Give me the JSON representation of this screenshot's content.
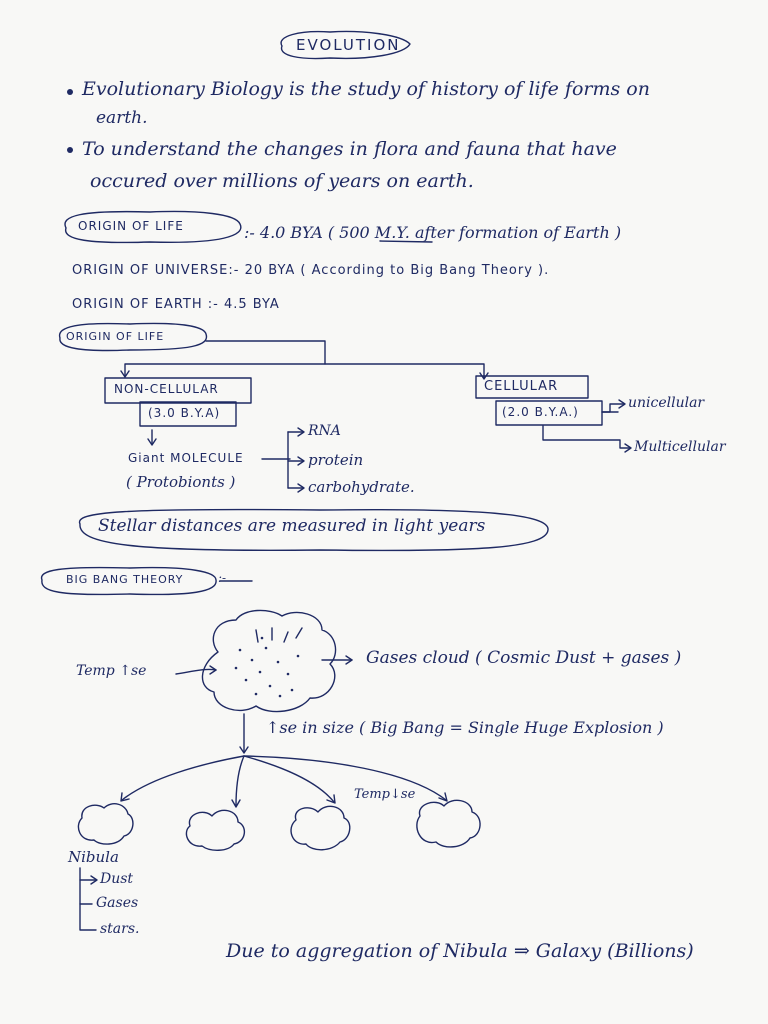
{
  "title": "EVOLUTION",
  "bullets": [
    {
      "line1": "Evolutionary Biology is the study of history of life forms on",
      "line2": "earth."
    },
    {
      "line1": "To understand the changes in flora and fauna that have",
      "line2": "occured over millions of years on earth."
    }
  ],
  "origin_life_box": "ORIGIN OF LIFE",
  "origin_life_value": ":- 4.0 BYA ( 500 M.Y. after formation of Earth )",
  "origin_universe": "ORIGIN OF UNIVERSE:-  20 BYA ( According to Big Bang Theory ).",
  "origin_earth": "ORIGIN OF EARTH :-   4.5 BYA",
  "tree": {
    "root": "ORIGIN OF LIFE",
    "non_cellular": "NON-CELLULAR",
    "non_cellular_time": "(3.0 B.Y.A)",
    "giant_molecule": "Giant MOLECULE",
    "protobionts": "( Protobionts )",
    "products": [
      "RNA",
      "protein",
      "carbohydrate."
    ],
    "cellular": "CELLULAR",
    "cellular_time": "(2.0 B.Y.A.)",
    "cell_types": [
      "unicellular",
      "Multicellular"
    ]
  },
  "stellar_note": "Stellar distances are measured in light years",
  "big_bang_heading": "BIG BANG THEORY",
  "big_bang_value": ":-",
  "diagram": {
    "temp_rise": "Temp ↑se",
    "gases_cloud": "Gases cloud ( Cosmic Dust + gases )",
    "size_rise": "↑se in size ( Big Bang = Single Huge Explosion )",
    "temp_fall": "Temp↓se",
    "nebula": "Nibula",
    "nebula_parts": [
      "Dust",
      "Gases",
      "stars."
    ]
  },
  "conclusion": "Due to aggregation of Nibula ⇒ Galaxy (Billions)"
}
